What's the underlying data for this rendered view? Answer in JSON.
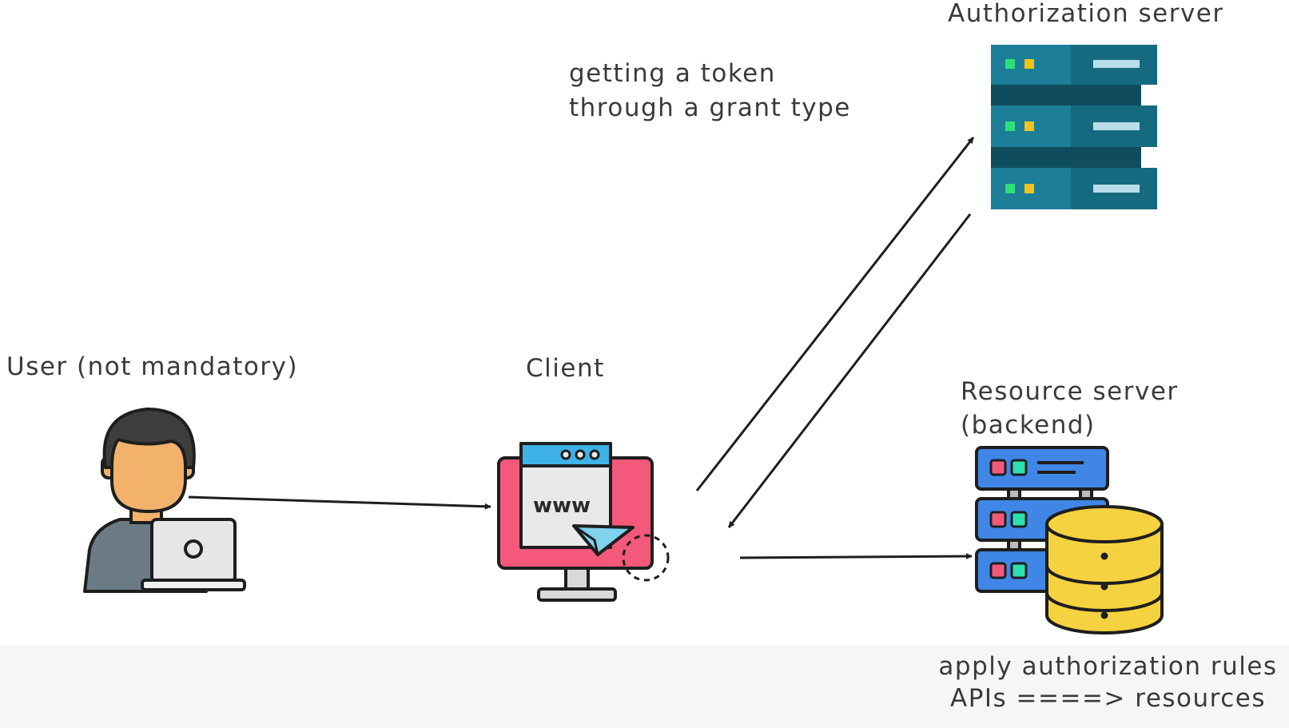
{
  "labels": {
    "auth_server": "Authorization server",
    "token_line1": "getting a token",
    "token_line2": "through a grant type",
    "user": "User (not mandatory)",
    "client": "Client",
    "resource_line1": "Resource server",
    "resource_line2": "(backend)",
    "rules_line1": "apply authorization rules",
    "rules_line2": "APIs ====> resources"
  },
  "client_screen_text": "www",
  "colors": {
    "server_teal": "#1d7f97",
    "server_dark": "#0f4d5e",
    "led_green": "#2ee07a",
    "led_yellow": "#f2c318",
    "skin": "#f2b26b",
    "hair": "#3d3d3d",
    "shirt": "#6b7b85",
    "monitor_pink": "#f4587a",
    "browser_blue": "#3fb2e8",
    "rack_blue": "#3f86e6",
    "db_yellow": "#f5d23f",
    "arrow": "#1e1e1e"
  },
  "icons": [
    "server-stack-icon",
    "user-laptop-icon",
    "web-client-monitor-icon",
    "resource-server-database-icon"
  ]
}
